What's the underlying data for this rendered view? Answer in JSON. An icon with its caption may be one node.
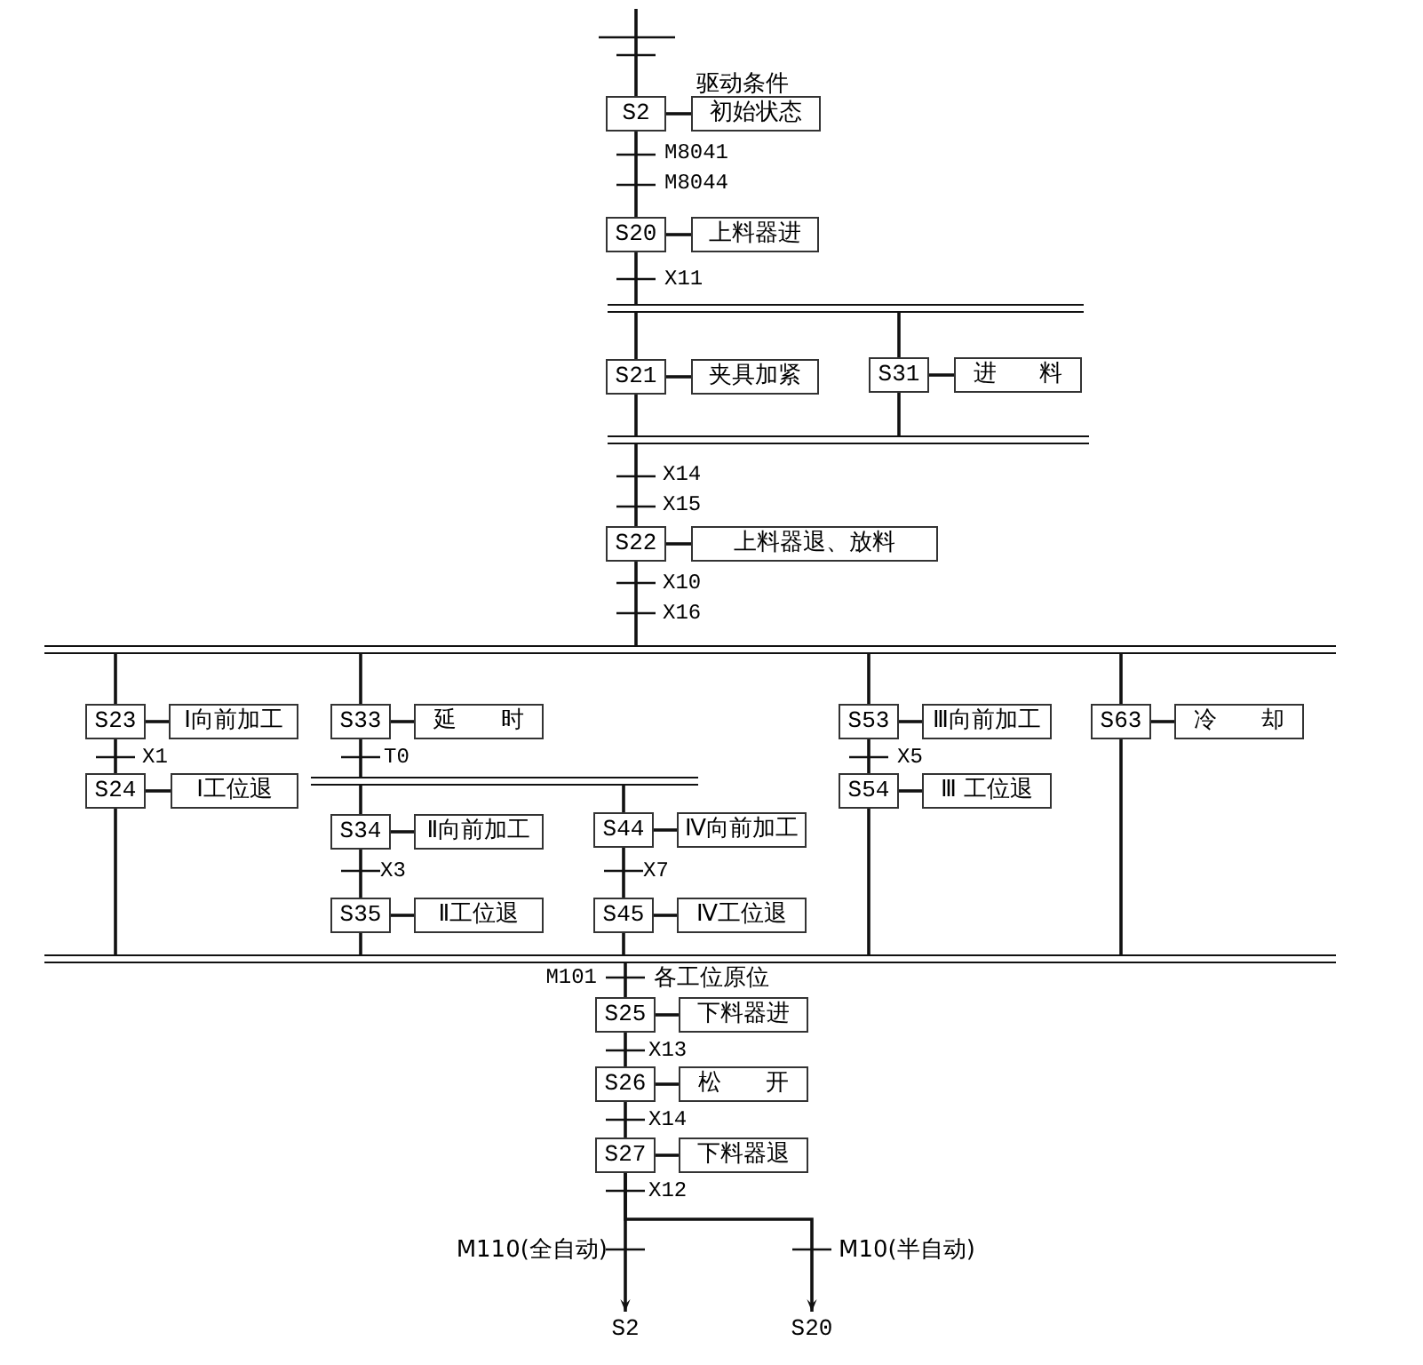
{
  "diagram": {
    "nodes": [
      {
        "text": [
          "S2"
        ]
      },
      {
        "text": [
          "初始状态"
        ]
      },
      {
        "text": [
          "S20"
        ]
      },
      {
        "text": [
          "上料器进"
        ]
      },
      {
        "text": [],
        "shape": "bar"
      },
      {
        "text": [
          "S21"
        ]
      },
      {
        "text": [
          "夹具加紧"
        ]
      },
      {
        "text": [
          "S31"
        ]
      },
      {
        "text": [
          "进 料"
        ]
      },
      {
        "text": [],
        "shape": "bar"
      },
      {
        "text": [
          "S22"
        ]
      },
      {
        "text": [
          "上料器退、放料"
        ]
      },
      {
        "text": [],
        "shape": "bar"
      },
      {
        "text": [
          "S23"
        ]
      },
      {
        "text": [
          "Ⅰ向前加工"
        ]
      },
      {
        "text": [
          "S33"
        ]
      },
      {
        "text": [
          "延 时"
        ]
      },
      {
        "text": [
          "S53"
        ]
      },
      {
        "text": [
          "Ⅲ向前加工"
        ]
      },
      {
        "text": [
          "S63"
        ]
      },
      {
        "text": [
          "冷 却"
        ]
      },
      {
        "text": [
          "S24"
        ]
      },
      {
        "text": [
          "Ⅰ工位退"
        ]
      },
      {
        "text": [],
        "shape": "bar"
      },
      {
        "text": [
          "S54"
        ]
      },
      {
        "text": [
          "Ⅲ 工位退"
        ]
      },
      {
        "text": [
          "S34"
        ]
      },
      {
        "text": [
          "Ⅱ向前加工"
        ]
      },
      {
        "text": [
          "S44"
        ]
      },
      {
        "text": [
          "Ⅳ向前加工"
        ]
      },
      {
        "text": [
          "S35"
        ]
      },
      {
        "text": [
          "Ⅱ工位退"
        ]
      },
      {
        "text": [
          "S45"
        ]
      },
      {
        "text": [
          "Ⅳ工位退"
        ]
      },
      {
        "text": [],
        "shape": "bar"
      },
      {
        "text": [
          "S25"
        ]
      },
      {
        "text": [
          "下料器进"
        ]
      },
      {
        "text": [
          "S26"
        ]
      },
      {
        "text": [
          "松 开"
        ]
      },
      {
        "text": [
          "S27"
        ]
      },
      {
        "text": [
          "下料器退"
        ]
      },
      {
        "text": [
          "S2"
        ]
      },
      {
        "text": [
          "S20"
        ]
      }
    ],
    "edges": [
      {
        "from": null,
        "to": 0,
        "arrow": "none",
        "label": "驱动条件"
      },
      {
        "from": 0,
        "to": 1,
        "arrow": "none"
      },
      {
        "from": 0,
        "to": 2,
        "arrow": "none",
        "label": "M8041 M8044"
      },
      {
        "from": 2,
        "to": 3,
        "arrow": "none"
      },
      {
        "from": 2,
        "to": 4,
        "arrow": "none",
        "label": "X11"
      },
      {
        "from": 4,
        "to": 5,
        "arrow": "none"
      },
      {
        "from": 5,
        "to": 6,
        "arrow": "none"
      },
      {
        "from": 4,
        "to": 7,
        "arrow": "none"
      },
      {
        "from": 7,
        "to": 8,
        "arrow": "none"
      },
      {
        "from": 5,
        "to": 9,
        "arrow": "none"
      },
      {
        "from": 7,
        "to": 9,
        "arrow": "none"
      },
      {
        "from": 9,
        "to": 10,
        "arrow": "none",
        "label": "X14 X15"
      },
      {
        "from": 10,
        "to": 11,
        "arrow": "none"
      },
      {
        "from": 10,
        "to": 12,
        "arrow": "none",
        "label": "X10 X16"
      },
      {
        "from": 12,
        "to": 13,
        "arrow": "none"
      },
      {
        "from": 13,
        "to": 14,
        "arrow": "none"
      },
      {
        "from": 13,
        "to": 21,
        "arrow": "none",
        "label": "X1"
      },
      {
        "from": 21,
        "to": 22,
        "arrow": "none"
      },
      {
        "from": 21,
        "to": 34,
        "arrow": "none"
      },
      {
        "from": 12,
        "to": 15,
        "arrow": "none"
      },
      {
        "from": 15,
        "to": 16,
        "arrow": "none"
      },
      {
        "from": 15,
        "to": 23,
        "arrow": "none",
        "label": "T0"
      },
      {
        "from": 23,
        "to": 26,
        "arrow": "none"
      },
      {
        "from": 26,
        "to": 27,
        "arrow": "none"
      },
      {
        "from": 26,
        "to": 30,
        "arrow": "none",
        "label": "X3"
      },
      {
        "from": 30,
        "to": 31,
        "arrow": "none"
      },
      {
        "from": 30,
        "to": 34,
        "arrow": "none"
      },
      {
        "from": 23,
        "to": 28,
        "arrow": "none"
      },
      {
        "from": 28,
        "to": 29,
        "arrow": "none"
      },
      {
        "from": 28,
        "to": 32,
        "arrow": "none",
        "label": "X7"
      },
      {
        "from": 32,
        "to": 33,
        "arrow": "none"
      },
      {
        "from": 32,
        "to": 34,
        "arrow": "none"
      },
      {
        "from": 12,
        "to": 17,
        "arrow": "none"
      },
      {
        "from": 17,
        "to": 18,
        "arrow": "none"
      },
      {
        "from": 17,
        "to": 24,
        "arrow": "none",
        "label": "X5"
      },
      {
        "from": 24,
        "to": 25,
        "arrow": "none"
      },
      {
        "from": 24,
        "to": 34,
        "arrow": "none"
      },
      {
        "from": 12,
        "to": 19,
        "arrow": "none"
      },
      {
        "from": 19,
        "to": 20,
        "arrow": "none"
      },
      {
        "from": 19,
        "to": 34,
        "arrow": "none"
      },
      {
        "from": 34,
        "to": 35,
        "arrow": "none",
        "label": "M101"
      },
      {
        "from": 35,
        "to": 36,
        "arrow": "none"
      },
      {
        "from": 35,
        "to": 37,
        "arrow": "none",
        "label": "X13"
      },
      {
        "from": 37,
        "to": 38,
        "arrow": "none"
      },
      {
        "from": 37,
        "to": 39,
        "arrow": "none",
        "label": "X14"
      },
      {
        "from": 39,
        "to": 40,
        "arrow": "none"
      },
      {
        "from": 39,
        "to": 41,
        "arrow": "to",
        "label": "M110(全自动)"
      },
      {
        "from": 39,
        "to": 42,
        "arrow": "to",
        "label": "M10(半自动)"
      }
    ],
    "labels": [
      "各工位原位",
      "X12"
    ]
  }
}
